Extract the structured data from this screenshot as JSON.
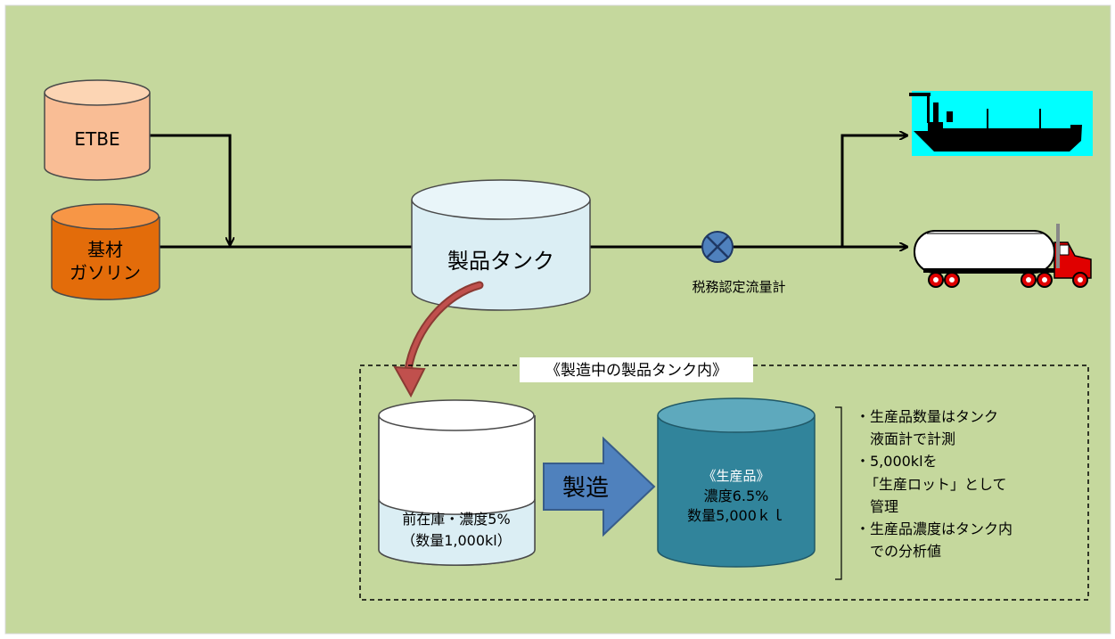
{
  "colors": {
    "background": "#c5d89d",
    "etbe_fill": "#f9bd95",
    "base_fill": "#e36c0a",
    "product_tank_fill": "#dbeef4",
    "produced_fill": "#31849b",
    "arrow_fill": "#4f81bd",
    "curved_arrow_fill": "#8b3a33",
    "ship_bg": "#00ffff"
  },
  "tanks": {
    "etbe": "ETBE",
    "base_line1": "基材",
    "base_line2": "ガソリン",
    "product": "製品タンク"
  },
  "meter_label": "税務認定流量計",
  "detail_box": {
    "title": "《製造中の製品タンク内》",
    "prior_line1": "前在庫・濃度5%",
    "prior_line2": "（数量1,000kl）",
    "arrow_label": "製造",
    "produced_line1": "《生産品》",
    "produced_line2": "濃度6.5%",
    "produced_line3": "数量5,000ｋｌ",
    "notes": [
      "・生産品数量はタンク",
      "液面計で計測",
      "・5,000klを",
      "「生産ロット」として",
      "管理",
      "・生産品濃度はタンク内",
      "での分析値"
    ]
  },
  "icons": {
    "ship": "tanker-ship-icon",
    "truck": "tank-truck-icon",
    "meter": "flow-meter-icon"
  }
}
